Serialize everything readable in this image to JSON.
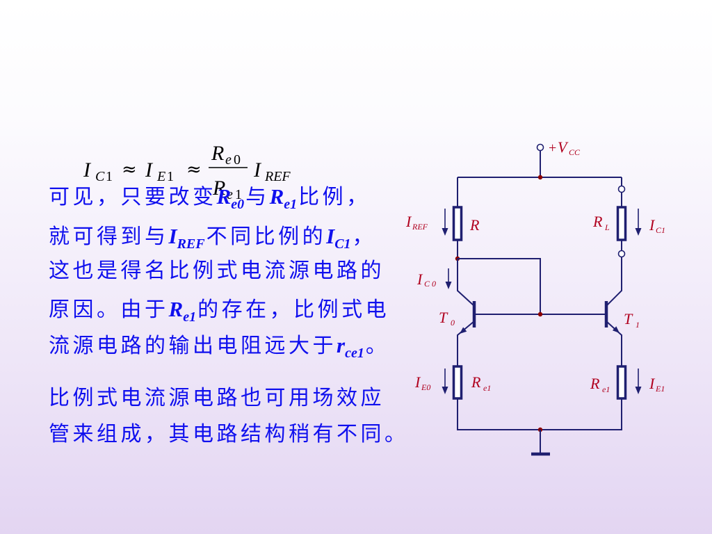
{
  "colors": {
    "text": "#1010ee",
    "formula": "#000000",
    "wire": "#1f1f70",
    "label": "#b0001e",
    "node": "#8b0000"
  },
  "formula": {
    "lhs_var": "I",
    "lhs_sub": "C",
    "lhs_subn": "1",
    "approx1": "≈",
    "mid_var": "I",
    "mid_sub": "E",
    "mid_subn": "1",
    "approx2": "≈",
    "num_var": "R",
    "num_sub": "e",
    "num_subn": "0",
    "den_var": "R",
    "den_sub": "e",
    "den_subn": "1",
    "rhs_var": "I",
    "rhs_sub": "REF"
  },
  "paragraph1": {
    "line1": {
      "t1": "可见，只要改变",
      "v1": "R",
      "s1": "e0",
      "t2": "与",
      "v2": "R",
      "s2": "e1",
      "t3": "比例，"
    },
    "line2": {
      "t1": "就可得到与",
      "v1": "I",
      "s1": "REF",
      "t2": "不同比例的",
      "v2": "I",
      "s2": "C1",
      "t3": "，"
    },
    "line3": {
      "t1": "这也是得名比例式电流源电路的"
    },
    "line4": {
      "t1": "原因。由于",
      "v1": "R",
      "s1": "e1",
      "t2": "的存在，比例式电"
    },
    "line5": {
      "t1": "流源电路的输出电阻远大于",
      "v1": "r",
      "s1": "ce1",
      "t2": "。"
    }
  },
  "paragraph2": {
    "line1": "比例式电流源电路也可用场效应",
    "line2": "管来组成，其电路结构稍有不同。"
  },
  "circuit": {
    "vcc": {
      "plus": "+",
      "var": "V",
      "sub": "CC"
    },
    "iref": {
      "var": "I",
      "sub": "REF"
    },
    "r": {
      "var": "R"
    },
    "ic0": {
      "var": "I",
      "sub": "C0"
    },
    "t0": {
      "var": "T",
      "sub": "0"
    },
    "rl": {
      "var": "R",
      "sub": "L"
    },
    "ic1": {
      "var": "I",
      "sub": "C1"
    },
    "t1": {
      "var": "T",
      "sub": "1"
    },
    "ie0": {
      "var": "I",
      "sub": "E0"
    },
    "re_left": {
      "var": "R",
      "sub": "e1"
    },
    "re_right": {
      "var": "R",
      "sub": "e1"
    },
    "ie1": {
      "var": "I",
      "sub": "E1"
    }
  }
}
